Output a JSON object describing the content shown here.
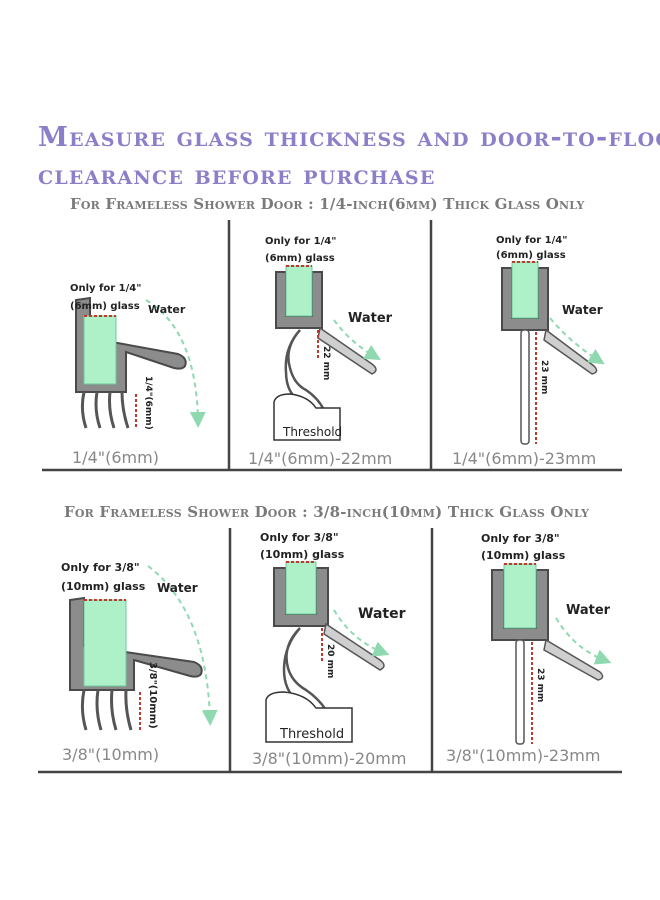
{
  "title": {
    "line1": "Measure glass thickness and door-to-floor",
    "line2": "clearance before purchase"
  },
  "colors": {
    "title": "#8a80c9",
    "subtitle": "#7a7a7a",
    "seal": "#8c8c8c",
    "seal_stroke": "#4a4a4a",
    "glass": "#aef0c8",
    "arrow": "#8fd9b0",
    "dimension": "#c0392b"
  },
  "sections": [
    {
      "subtitle": "For Frameless Shower Door : 1/4-inch(6mm) Thick Glass Only",
      "panels": [
        {
          "glass_note": [
            "Only for 1/4\"",
            "(6mm) glass"
          ],
          "water": "Water",
          "dimension": "1/4\"(6mm)",
          "caption": "1/4\"(6mm)"
        },
        {
          "glass_note": [
            "Only for 1/4\"",
            "(6mm) glass"
          ],
          "water": "Water",
          "dimension": "22 mm",
          "threshold": "Threshold",
          "caption": "1/4\"(6mm)-22mm"
        },
        {
          "glass_note": [
            "Only for 1/4\"",
            "(6mm) glass"
          ],
          "water": "Water",
          "dimension": "23 mm",
          "caption": "1/4\"(6mm)-23mm"
        }
      ]
    },
    {
      "subtitle": "For Frameless Shower Door : 3/8-inch(10mm) Thick Glass Only",
      "panels": [
        {
          "glass_note": [
            "Only for 3/8\"",
            "(10mm) glass"
          ],
          "water": "Water",
          "dimension": "3/8\"(10mm)",
          "caption": "3/8\"(10mm)"
        },
        {
          "glass_note": [
            "Only for 3/8\"",
            "(10mm) glass"
          ],
          "water": "Water",
          "dimension": "20 mm",
          "threshold": "Threshold",
          "caption": "3/8\"(10mm)-20mm"
        },
        {
          "glass_note": [
            "Only for 3/8\"",
            "(10mm) glass"
          ],
          "water": "Water",
          "dimension": "23 mm",
          "caption": "3/8\"(10mm)-23mm"
        }
      ]
    }
  ]
}
